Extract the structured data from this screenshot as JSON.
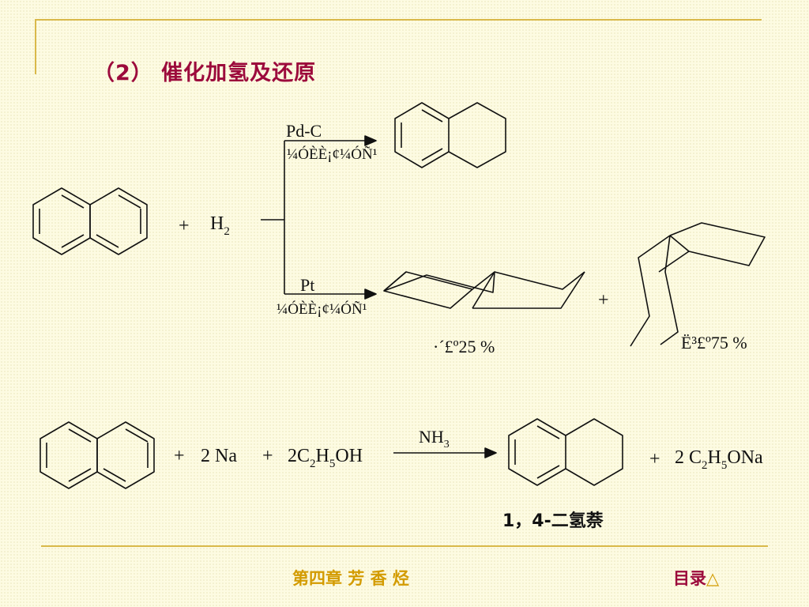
{
  "title": "（2） 催化加氢及还原",
  "reaction1": {
    "h2_plus": "+",
    "h2": "H",
    "h2_sub": "2",
    "cat_top": "Pd-C",
    "cond_top": "¼ÓÈÈ¡¢¼ÓÑ¹",
    "cat_bottom": "Pt",
    "cond_bottom": "¼ÓÈÈ¡¢¼ÓÑ¹",
    "product_plus": "+",
    "yield_trans": "·´£º25 %",
    "yield_cis": "Ë³£º75 %"
  },
  "reaction2": {
    "plus1": "+",
    "na": "2  Na",
    "plus2": "+",
    "ethanol_a": "2C",
    "ethanol_sub1": "2",
    "ethanol_b": "H",
    "ethanol_sub2": "5",
    "ethanol_c": "OH",
    "nh3": "NH",
    "nh3_sub": "3",
    "plus3": "+",
    "ethoxide_a": "2 C",
    "ethoxide_sub1": "2",
    "ethoxide_b": "H",
    "ethoxide_sub2": "5",
    "ethoxide_c": "ONa",
    "product_name": "1，4-二氢萘"
  },
  "footer": {
    "chapter": "第四章  芳  香  烃",
    "toc": "目录",
    "triangle": "△"
  },
  "colors": {
    "title": "#9c0a3c",
    "frame": "#d9b94a",
    "footer_text": "#d39b00"
  }
}
